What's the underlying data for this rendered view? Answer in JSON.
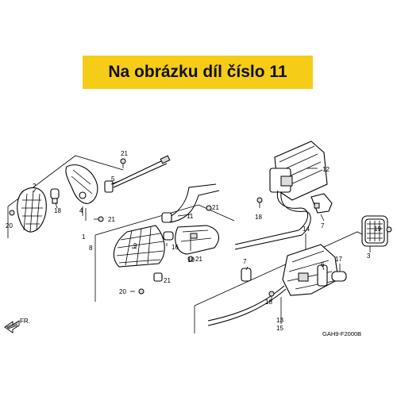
{
  "banner": {
    "text": "Na obrázku díl číslo 11",
    "color": "#f5cc18"
  },
  "diagram_code": "GAH9-F2000B",
  "front_arrow": "FR.",
  "callouts": {
    "c1": "1",
    "c2": "2",
    "c3": "3",
    "c4": "4",
    "c5": "5",
    "c6": "6",
    "c7a": "7",
    "c7b": "7",
    "c8": "8",
    "c9": "9",
    "c10": "10",
    "c11": "11",
    "c12": "12",
    "c13": "13",
    "c14": "14",
    "c15": "15",
    "c16": "16",
    "c17": "17",
    "c18a": "18",
    "c18b": "18",
    "c18c": "18",
    "c19": "19",
    "c20a": "20",
    "c20b": "20",
    "c21a": "21",
    "c21b": "21",
    "c21c": "21",
    "c21d": "21",
    "c21e": "21"
  }
}
